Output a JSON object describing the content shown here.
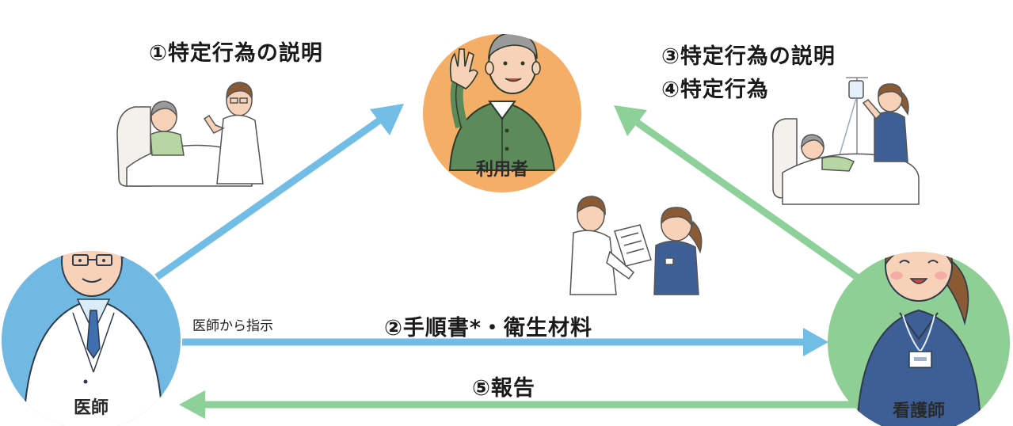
{
  "colors": {
    "patient": "#f5ae67",
    "doctor": "#71b8e2",
    "nurse": "#8fce95",
    "arrow_blue": "#72bde6",
    "arrow_green": "#8ed09a"
  },
  "nodes": {
    "patient_label": "利用者",
    "doctor_label": "医師",
    "nurse_label": "看護師"
  },
  "steps": {
    "step1": "①特定行為の説明",
    "step2": "②手順書*・衛生材料",
    "step3": "③特定行為の説明",
    "step4": "④特定行為",
    "step5": "⑤報告"
  },
  "notes": {
    "doctor_instruction": "医師から指示"
  },
  "icons": {
    "patient": "elderly-man-waving",
    "doctor": "doctor-with-glasses",
    "nurse": "smiling-nurse",
    "scene1": "doctor-explaining-to-bedridden-patient",
    "scene2": "doctor-handing-document-to-nurse",
    "scene3": "nurse-with-iv-drip-at-bedside"
  }
}
